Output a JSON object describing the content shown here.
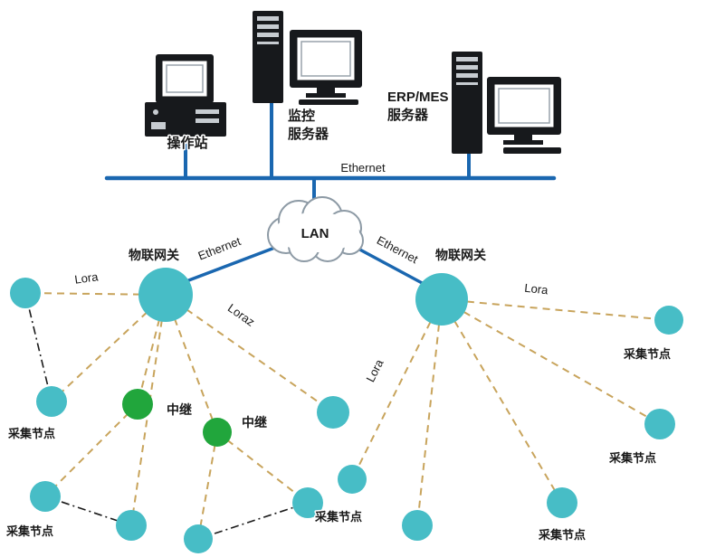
{
  "palette": {
    "node-teal": "#47BDC6",
    "node-green": "#21A63C",
    "line-blue": "#1A67B0",
    "line-tan": "#C8A45C",
    "ink": "#1A1A1A",
    "device-dark": "#17191C"
  },
  "devices": {
    "operator_station": {
      "label": "操作站",
      "icon": "desktop-computer-icon"
    },
    "monitor_server": {
      "label_line1": "监控",
      "label_line2": "服务器",
      "icon": "server-tower-monitor-icon"
    },
    "erp_server": {
      "label_line1": "ERP/MES",
      "label_line2": "服务器",
      "icon": "server-tower-monitor-icon"
    }
  },
  "backbone": {
    "ethernet_bus_label": "Ethernet",
    "lan_label": "LAN",
    "ethernet_left_label": "Ethernet",
    "ethernet_right_label": "Ethernet"
  },
  "gateways": {
    "left_label": "物联网关",
    "right_label": "物联网关",
    "icon": "gateway-circle-node"
  },
  "radio_links": {
    "lora_left": "Lora",
    "loraz_mid": "Loraz",
    "lora_center": "Lora",
    "lora_right": "Lora"
  },
  "relays": {
    "relay1_label": "中继",
    "relay2_label": "中继",
    "icon": "relay-circle-node"
  },
  "sensor_labels": {
    "left_mid": "采集节点",
    "bottom_left": "采集节点",
    "bottom_center": "采集节点",
    "bottom_right": "采集节点",
    "right_lower": "采集节点",
    "right_upper": "采集节点",
    "icon": "sensor-circle-node"
  }
}
